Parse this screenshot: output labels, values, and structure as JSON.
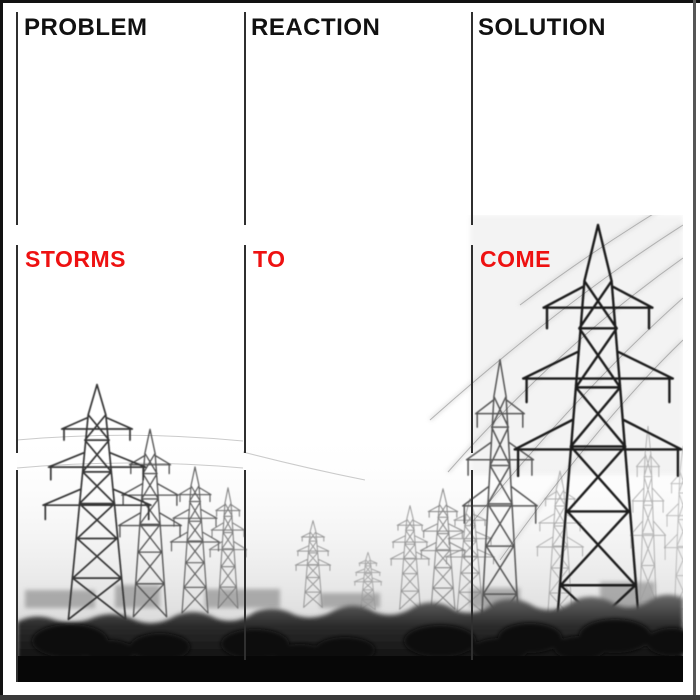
{
  "poster": {
    "columns": [
      {
        "id": "problem",
        "top_label": "PROBLEM",
        "mid_label": "STORMS"
      },
      {
        "id": "reaction",
        "top_label": "REACTION",
        "mid_label": "TO"
      },
      {
        "id": "solution",
        "top_label": "SOLUTION",
        "mid_label": "COME"
      }
    ],
    "colors": {
      "headline_ink": "#111111",
      "accent_red": "#ee1111",
      "divider": "#2f2f2f",
      "frame": "#121212"
    },
    "photo_description": "black and white photograph of electricity pylons in a field, large pylon on the right, row of pylons receding on the left, dark scrub ground at the bottom"
  }
}
